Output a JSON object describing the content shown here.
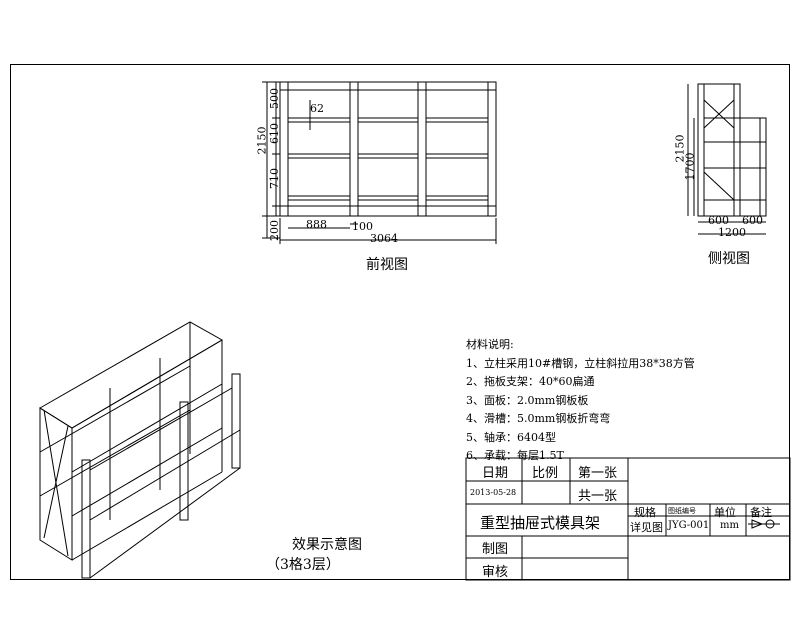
{
  "views": {
    "front": {
      "label": "前视图",
      "dims": {
        "total_height": "2150",
        "tier_top": "500",
        "tier_mid": "610",
        "tier_low": "710",
        "base": "200",
        "gap": "62",
        "bay": "888",
        "post": "100",
        "total_width": "3064"
      }
    },
    "side": {
      "label": "侧视图",
      "dims": {
        "total_height": "2150",
        "low_height": "1700",
        "depth_a": "600",
        "depth_b": "600",
        "total_depth": "1200"
      }
    },
    "iso": {
      "label": "效果示意图",
      "sublabel": "（3格3层）"
    }
  },
  "materials": {
    "title": "材料说明:",
    "items": [
      "1、立柱采用10#槽钢，立柱斜拉用38*38方管",
      "2、拖板支架：40*60扁通",
      "3、面板：2.0mm钢板板",
      "4、滑槽：5.0mm钢板折弯弯",
      "5、轴承：6404型",
      "6、承载：每层1.5T"
    ]
  },
  "title_block": {
    "date_label": "日期",
    "scale_label": "比例",
    "sheet_no": "第一张",
    "date_value": "2013-05-28",
    "sheet_total": "共一张",
    "product_name": "重型抽屉式模具架",
    "spec_label": "规格",
    "drawing_no_label": "图纸编号",
    "unit_label": "单位",
    "remark_label": "备注",
    "spec_value": "详见图",
    "drawing_no_value": "JYG-001",
    "unit_value": "mm",
    "drafter_label": "制图",
    "checker_label": "审核"
  }
}
